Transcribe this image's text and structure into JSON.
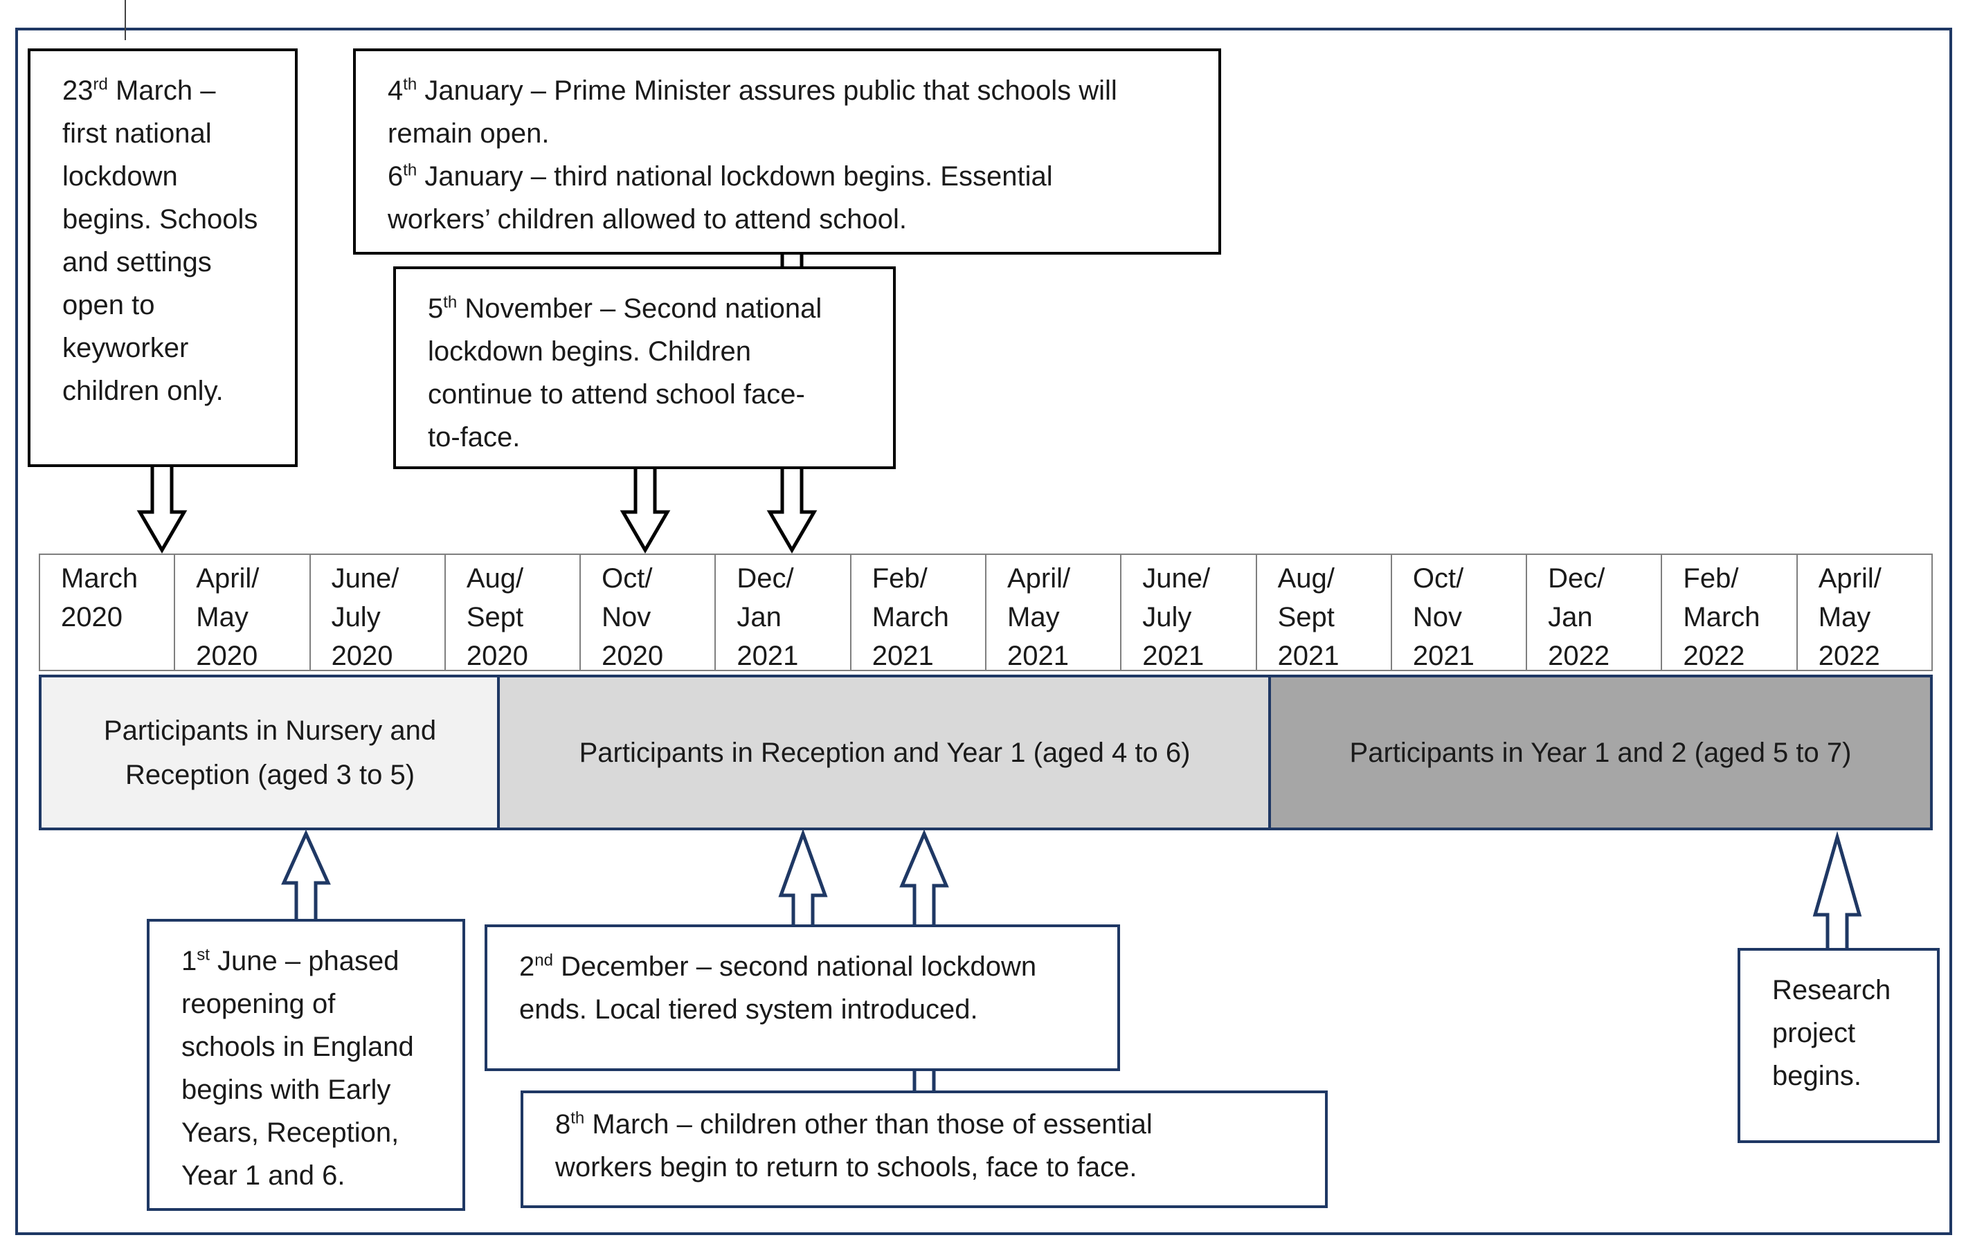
{
  "colors": {
    "frame": "#1f3864",
    "band_nursery": "#f2f2f2",
    "band_reception": "#d9d9d9",
    "band_year12": "#a6a6a6",
    "cell_border": "#7f7f7f"
  },
  "timeline": {
    "periods": [
      [
        "March",
        "2020"
      ],
      [
        "April/",
        "May",
        "2020"
      ],
      [
        "June/",
        "July",
        "2020"
      ],
      [
        "Aug/",
        "Sept",
        "2020"
      ],
      [
        "Oct/",
        "Nov",
        "2020"
      ],
      [
        "Dec/",
        "Jan",
        "2021"
      ],
      [
        "Feb/",
        "March",
        "2021"
      ],
      [
        "April/",
        "May",
        "2021"
      ],
      [
        "June/",
        "July",
        "2021"
      ],
      [
        "Aug/",
        "Sept",
        "2021"
      ],
      [
        "Oct/",
        "Nov",
        "2021"
      ],
      [
        "Dec/",
        "Jan",
        "2022"
      ],
      [
        "Feb/",
        "March",
        "2022"
      ],
      [
        "April/",
        "May",
        "2022"
      ]
    ]
  },
  "bands": [
    {
      "lines": [
        "Participants in Nursery and",
        "Reception (aged 3 to 5)"
      ]
    },
    {
      "lines": [
        "Participants in Reception and Year 1 (aged 4 to 6)"
      ]
    },
    {
      "lines": [
        "Participants in Year 1 and 2 (aged 5 to 7)"
      ]
    }
  ],
  "events": {
    "march_23": {
      "lines": [
        {
          "pre": "23",
          "sup": "rd",
          "post": " March –"
        },
        {
          "pre": "first national"
        },
        {
          "pre": "lockdown"
        },
        {
          "pre": "begins. Schools"
        },
        {
          "pre": "and settings"
        },
        {
          "pre": "open to"
        },
        {
          "pre": "keyworker"
        },
        {
          "pre": "children only."
        }
      ]
    },
    "jan_4_6": {
      "lines": [
        {
          "pre": "4",
          "sup": "th",
          "post": " January – Prime Minister assures public that schools will"
        },
        {
          "pre": "remain open."
        },
        {
          "pre": "6",
          "sup": "th",
          "post": " January – third national lockdown begins. Essential"
        },
        {
          "pre": "workers’ children allowed to attend school."
        }
      ]
    },
    "nov_5": {
      "lines": [
        {
          "pre": "5",
          "sup": "th",
          "post": " November – Second national"
        },
        {
          "pre": "lockdown begins. Children"
        },
        {
          "pre": "continue to attend school face-"
        },
        {
          "pre": "to-face."
        }
      ]
    },
    "june_1": {
      "lines": [
        {
          "pre": "1",
          "sup": "st",
          "post": " June – phased"
        },
        {
          "pre": "reopening of"
        },
        {
          "pre": "schools in England"
        },
        {
          "pre": "begins with Early"
        },
        {
          "pre": "Years, Reception,"
        },
        {
          "pre": "Year 1 and 6."
        }
      ]
    },
    "dec_2": {
      "lines": [
        {
          "pre": "2",
          "sup": "nd",
          "post": " December – second national lockdown"
        },
        {
          "pre": "ends. Local tiered system introduced."
        }
      ]
    },
    "mar_8": {
      "lines": [
        {
          "pre": "8",
          "sup": "th",
          "post": " March – children other than those of essential"
        },
        {
          "pre": "workers begin to return to schools, face to face."
        }
      ]
    },
    "research": {
      "lines": [
        {
          "pre": "Research"
        },
        {
          "pre": "project"
        },
        {
          "pre": "begins."
        }
      ]
    }
  }
}
